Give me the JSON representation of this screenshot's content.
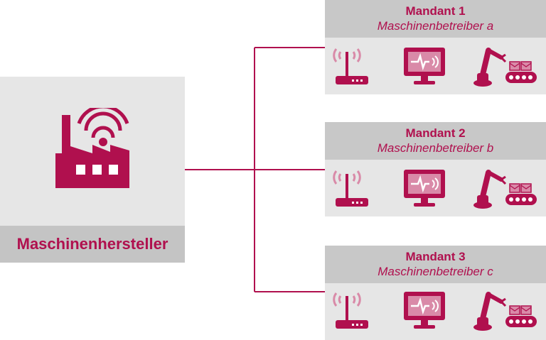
{
  "manufacturer": {
    "label": "Maschinenhersteller",
    "icon": "factory-wifi-icon"
  },
  "tenants": [
    {
      "name": "Mandant 1",
      "operator": "Maschinenbetreiber a"
    },
    {
      "name": "Mandant 2",
      "operator": "Maschinenbetreiber b"
    },
    {
      "name": "Mandant 3",
      "operator": "Maschinenbetreiber c"
    }
  ],
  "tenant_icons": [
    "router-icon",
    "monitor-icon",
    "robot-arm-conveyor-icon"
  ],
  "colors": {
    "accent": "#b0104e",
    "accent_light": "#d98aa8",
    "panel": "#e6e6e6",
    "panel_header": "#c8c8c8"
  }
}
